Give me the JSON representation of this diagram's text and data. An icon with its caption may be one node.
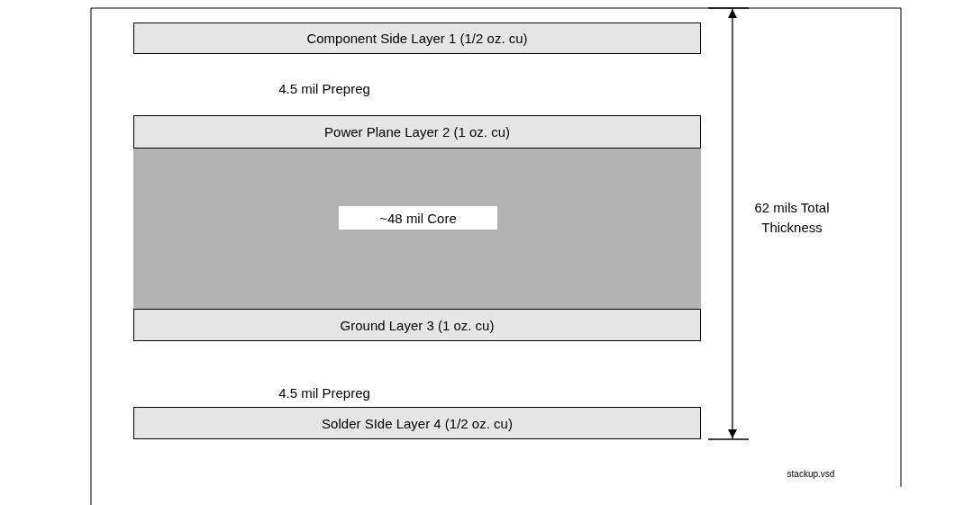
{
  "diagram": {
    "nodes": [
      {
        "text": [
          "Component Side Layer 1 (1/2 oz. cu)"
        ]
      },
      {
        "text": [
          "Power Plane Layer 2 (1 oz. cu)"
        ]
      },
      {
        "text": [
          "~48 mil Core"
        ]
      },
      {
        "text": [
          "Ground Layer 3 (1 oz. cu)"
        ]
      },
      {
        "text": [
          "Solder SIde Layer 4 (1/2 oz. cu)"
        ]
      }
    ],
    "labels": [
      "4.5 mil Prepreg",
      "62 mils Total Thickness",
      "4.5 mil Prepreg",
      "stackup.vsd"
    ]
  }
}
